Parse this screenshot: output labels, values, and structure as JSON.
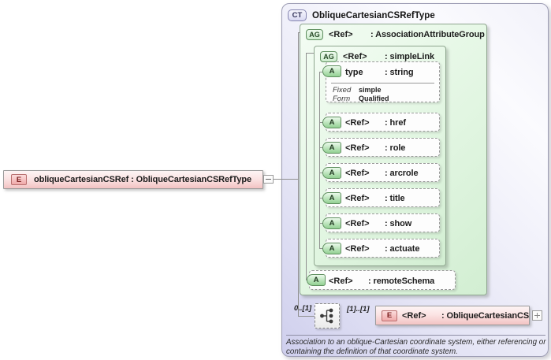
{
  "main_element": {
    "badge": "E",
    "label": "obliqueCartesianCSRef : ObliqueCartesianCSRefType"
  },
  "complex_type": {
    "badge": "CT",
    "title": "ObliqueCartesianCSRefType",
    "attr_group": {
      "badge": "AG",
      "name": "<Ref>",
      "type": ": AssociationAttributeGroup",
      "simple_link": {
        "badge": "AG",
        "name": "<Ref>",
        "type": ": simpleLink",
        "type_attribute": {
          "badge": "A",
          "name": "type",
          "type": ": string",
          "facets": [
            {
              "label": "Fixed",
              "value": "simple"
            },
            {
              "label": "Form",
              "value": "Qualified"
            }
          ]
        },
        "attributes": [
          {
            "badge": "A",
            "name": "<Ref>",
            "type": ": href"
          },
          {
            "badge": "A",
            "name": "<Ref>",
            "type": ": role"
          },
          {
            "badge": "A",
            "name": "<Ref>",
            "type": ": arcrole"
          },
          {
            "badge": "A",
            "name": "<Ref>",
            "type": ": title"
          },
          {
            "badge": "A",
            "name": "<Ref>",
            "type": ": show"
          },
          {
            "badge": "A",
            "name": "<Ref>",
            "type": ": actuate"
          }
        ]
      },
      "remote_schema": {
        "badge": "A",
        "name": "<Ref>",
        "type": ": remoteSchema"
      }
    },
    "content_model": {
      "occurrence_left": "0..[1]",
      "occurrence_right": "[1]..[1]",
      "compositor_icon": "choice",
      "child_element": {
        "badge": "E",
        "name": "<Ref>",
        "type": ": ObliqueCartesianCS"
      }
    },
    "annotation": "Association to an oblique-Cartesian coordinate system, either referencing or containing the definition of that coordinate system."
  },
  "icons": {
    "collapse": "minus-icon",
    "expand": "plus-icon",
    "compositor": "choice-compositor-icon"
  },
  "colors": {
    "element_pink": "#f3c3c3",
    "group_green": "#d7f0d7",
    "complextype_lavender": "#dcdcf4",
    "line_gray": "#909090"
  }
}
